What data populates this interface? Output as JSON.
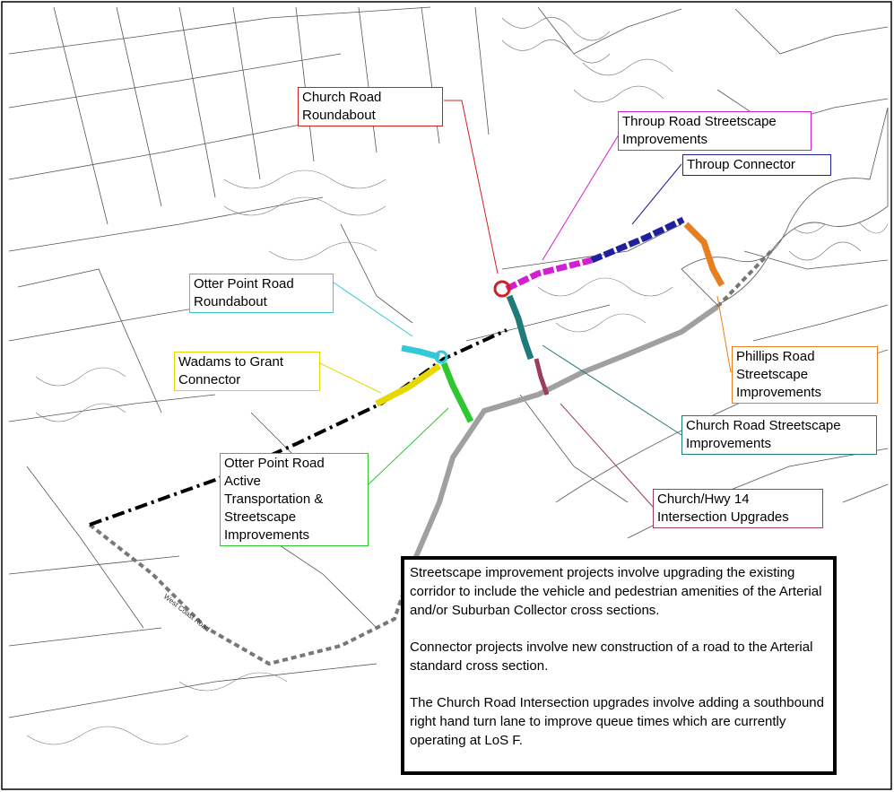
{
  "labels": {
    "church_roundabout": {
      "lines": [
        "Church Road",
        "Roundabout"
      ],
      "color": "#d21f1f"
    },
    "throup_streetscape": {
      "lines": [
        "Throup Road Streetscape",
        "Improvements"
      ],
      "color": "#d21fd2"
    },
    "throup_connector": {
      "lines": [
        "Throup Connector"
      ],
      "color": "#1f1fa0"
    },
    "otter_roundabout": {
      "lines": [
        "Otter Point Road",
        "Roundabout"
      ],
      "color": "#33c9d6"
    },
    "wadams": {
      "lines": [
        "Wadams to Grant",
        "Connector"
      ],
      "color": "#e6d800"
    },
    "phillips": {
      "lines": [
        "Phillips Road",
        "Streetscape",
        "Improvements"
      ],
      "color": "#e87f1f"
    },
    "church_streetscape": {
      "lines": [
        "Church Road Streetscape",
        "Improvements"
      ],
      "color": "#1f7a7a"
    },
    "church_hwy": {
      "lines": [
        "Church/Hwy 14",
        "Intersection Upgrades"
      ],
      "color": "#9a3d5e"
    },
    "otter_active": {
      "lines": [
        "Otter Point Road",
        "Active",
        "Transportation &",
        "Streetscape",
        "Improvements"
      ],
      "color": "#2fc72f"
    }
  },
  "notes": [
    "Streetscape improvement projects involve upgrading the existing corridor to include the vehicle and pedestrian amenities of the Arterial and/or Suburban Collector cross sections.",
    "Connector projects involve new construction of a road to the Arterial standard cross section.",
    "The Church Road Intersection upgrades involve adding a southbound right hand turn lane to improve queue times which are currently operating at LoS F."
  ],
  "street_label": "West Coast Road",
  "colors": {
    "background": "#ffffff",
    "parcel_lines": "#555555",
    "highway": "#a0a0a0",
    "dashed_corridor": "#000000"
  }
}
